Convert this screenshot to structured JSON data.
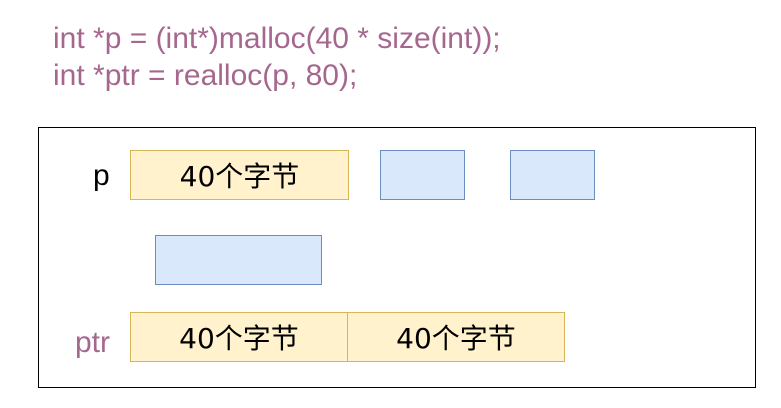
{
  "code": {
    "line1": "int *p = (int*)malloc(40 * size(int));",
    "line2": "int *ptr = realloc(p, 80);"
  },
  "labels": {
    "p": "p",
    "ptr": "ptr"
  },
  "blocks": {
    "p_block": "40个字节",
    "ptr_block_1": "40个字节",
    "ptr_block_2": "40个字节"
  },
  "colors": {
    "code_text": "#a6678f",
    "allocated_fill": "#fff2cc",
    "allocated_border": "#d6b656",
    "other_fill": "#dae8fc",
    "other_border": "#6c8ebf",
    "frame": "#000000"
  }
}
